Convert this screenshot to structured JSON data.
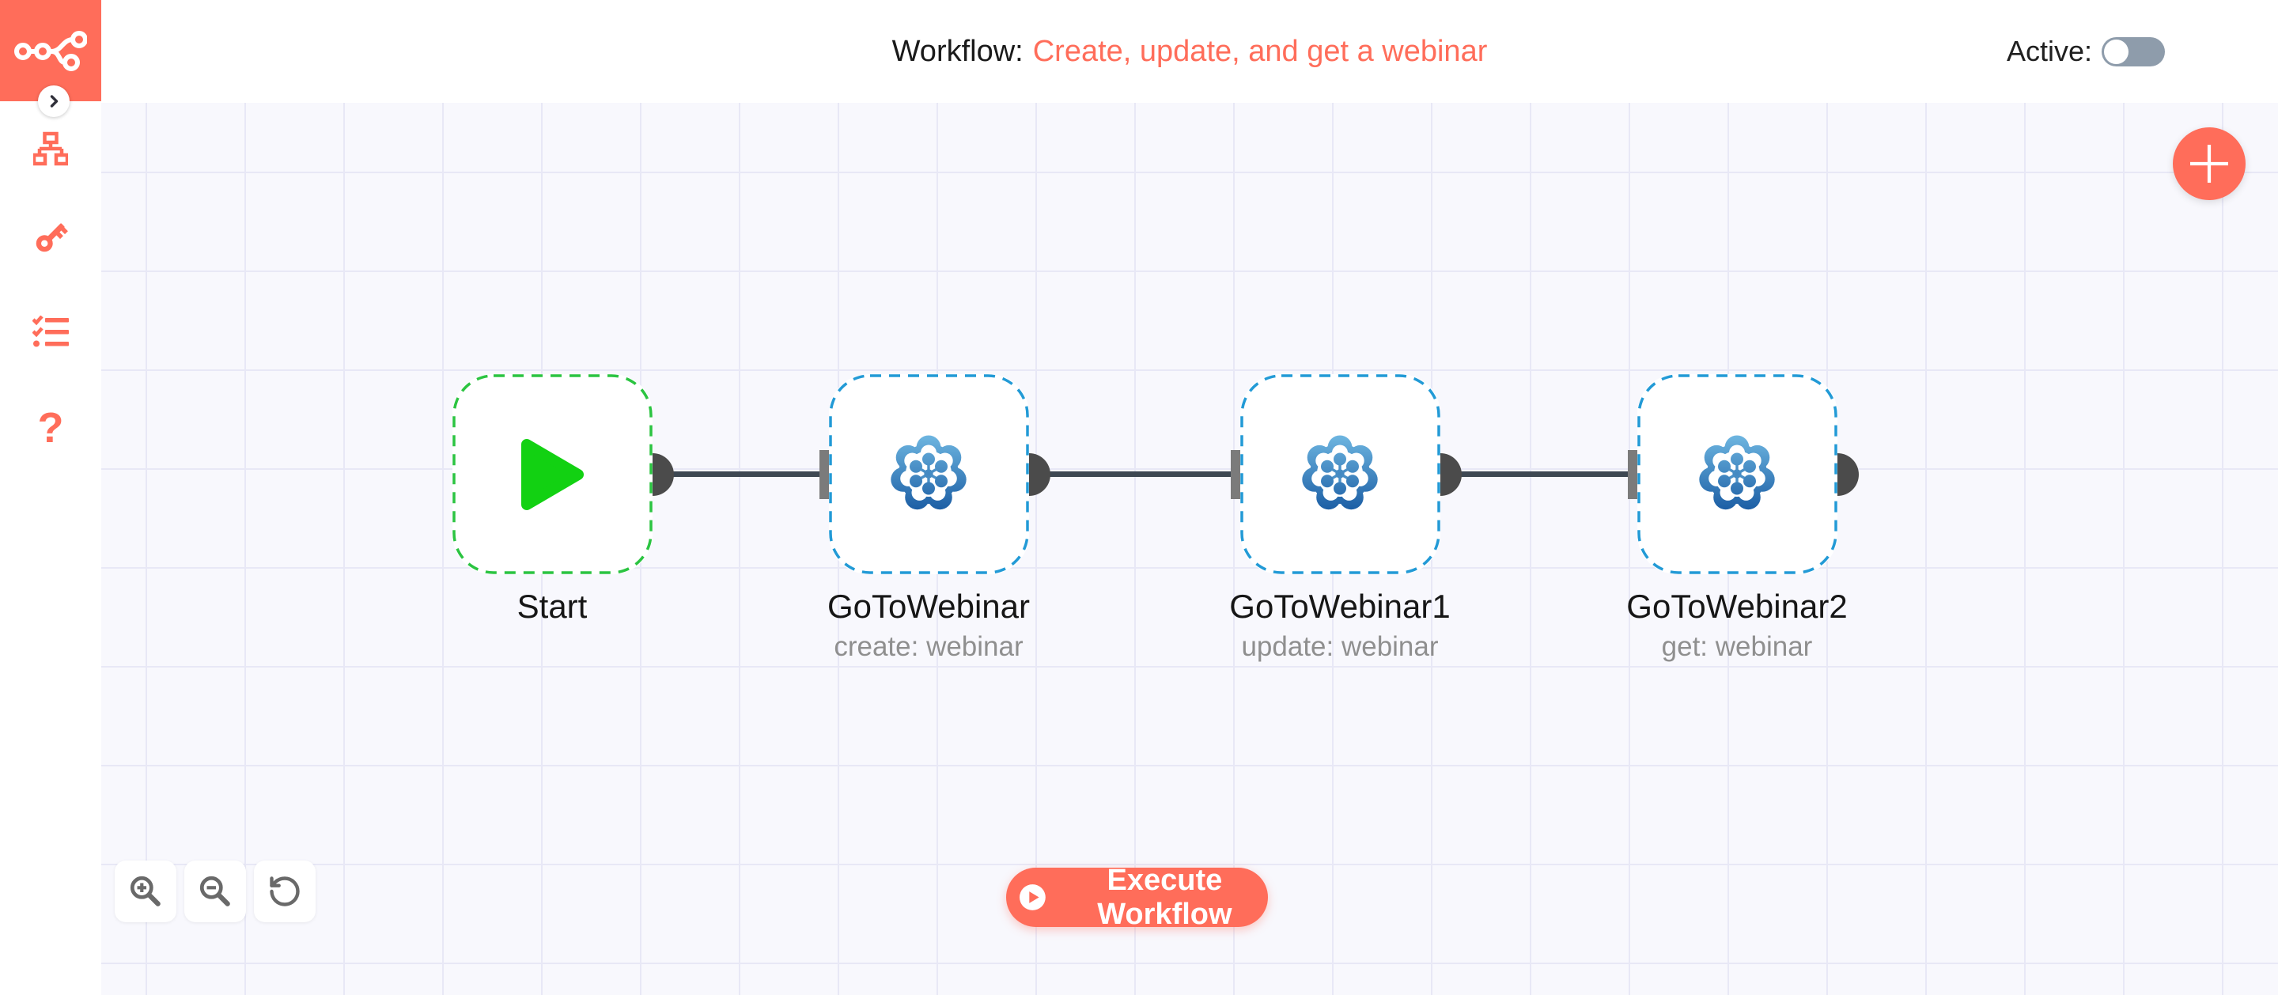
{
  "header": {
    "title_prefix": "Workflow:",
    "workflow_name": "Create, update, and get a webinar",
    "active_label": "Active:",
    "active_state": "off"
  },
  "sidebar": {
    "logo": "n8n-logo",
    "collapse": "chevron-right-icon",
    "icons": [
      {
        "name": "workflows-icon"
      },
      {
        "name": "credentials-icon"
      },
      {
        "name": "executions-icon"
      },
      {
        "name": "help-icon",
        "glyph": "?"
      }
    ]
  },
  "canvas": {
    "nodes": [
      {
        "label": "Start",
        "subtitle": "",
        "type": "start",
        "border_color": "#2bc441"
      },
      {
        "label": "GoToWebinar",
        "subtitle": "create: webinar",
        "type": "gotowebinar",
        "border_color": "#229ad6"
      },
      {
        "label": "GoToWebinar1",
        "subtitle": "update: webinar",
        "type": "gotowebinar",
        "border_color": "#229ad6"
      },
      {
        "label": "GoToWebinar2",
        "subtitle": "get: webinar",
        "type": "gotowebinar",
        "border_color": "#229ad6"
      }
    ],
    "connection_count": 3
  },
  "controls": {
    "execute_label": "Execute Workflow",
    "zoom_in": "zoom-in-icon",
    "zoom_out": "zoom-out-icon",
    "reset": "reset-zoom-icon",
    "add_node": "plus-icon"
  },
  "colors": {
    "primary": "#ff6d5a",
    "canvas_bg": "#f8f8fd",
    "grid_line": "#e8e8f6",
    "connection": "#3e4852",
    "endpoint_circle": "#4b4b4b",
    "endpoint_rect": "#7b7b7b",
    "start_green": "#12d112",
    "gtw_gradient_top": "#6db5e0",
    "gtw_gradient_bottom": "#1a5ca3",
    "toggle_off": "#8e9cab"
  }
}
